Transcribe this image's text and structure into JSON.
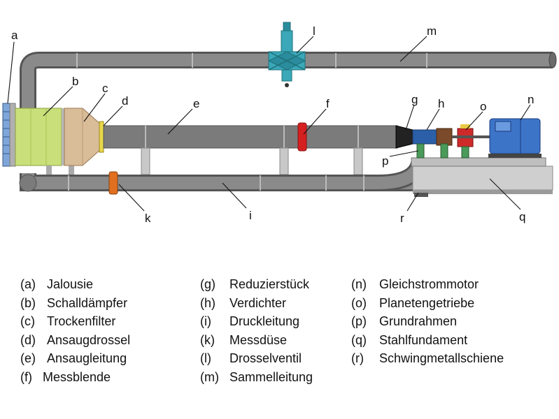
{
  "callouts": [
    "a",
    "b",
    "c",
    "d",
    "e",
    "f",
    "g",
    "h",
    "i",
    "k",
    "l",
    "m",
    "n",
    "o",
    "p",
    "q",
    "r"
  ],
  "legend": {
    "col1": [
      {
        "key": "(a)",
        "text": "Jalousie"
      },
      {
        "key": "(b)",
        "text": "Schalldämpfer"
      },
      {
        "key": "(c)",
        "text": "Trockenfilter"
      },
      {
        "key": "(d)",
        "text": "Ansaugdrossel"
      },
      {
        "key": "(e)",
        "text": "Ansaugleitung"
      },
      {
        "key": "(f)",
        "text": "Messblende"
      }
    ],
    "col2": [
      {
        "key": "(g)",
        "text": "Reduzierstück"
      },
      {
        "key": "(h)",
        "text": "Verdichter"
      },
      {
        "key": "(i)",
        "text": "Druckleitung"
      },
      {
        "key": "(k)",
        "text": "Messdüse"
      },
      {
        "key": "(l)",
        "text": "Drosselventil"
      },
      {
        "key": "(m)",
        "text": "Sammelleitung"
      }
    ],
    "col3": [
      {
        "key": "(n)",
        "text": "Gleichstrommotor"
      },
      {
        "key": "(o)",
        "text": "Planetengetriebe"
      },
      {
        "key": "(p)",
        "text": "Grundrahmen"
      },
      {
        "key": "(q)",
        "text": "Stahlfundament"
      },
      {
        "key": "(r)",
        "text": "Schwingmetallschiene"
      }
    ]
  },
  "colors": {
    "pipe": "#7b7b7b",
    "pipe_dark": "#555555",
    "silencer": "#c9e07a",
    "filter": "#d9bc98",
    "louver": "#7fa6d8",
    "orifice": "#d62020",
    "nozzle": "#e07020",
    "valve": "#3aa8b8",
    "motor": "#3c74c8",
    "foundation": "#cfcfcf",
    "frame": "#4a9a5a",
    "gear": "#cf2a2a"
  }
}
